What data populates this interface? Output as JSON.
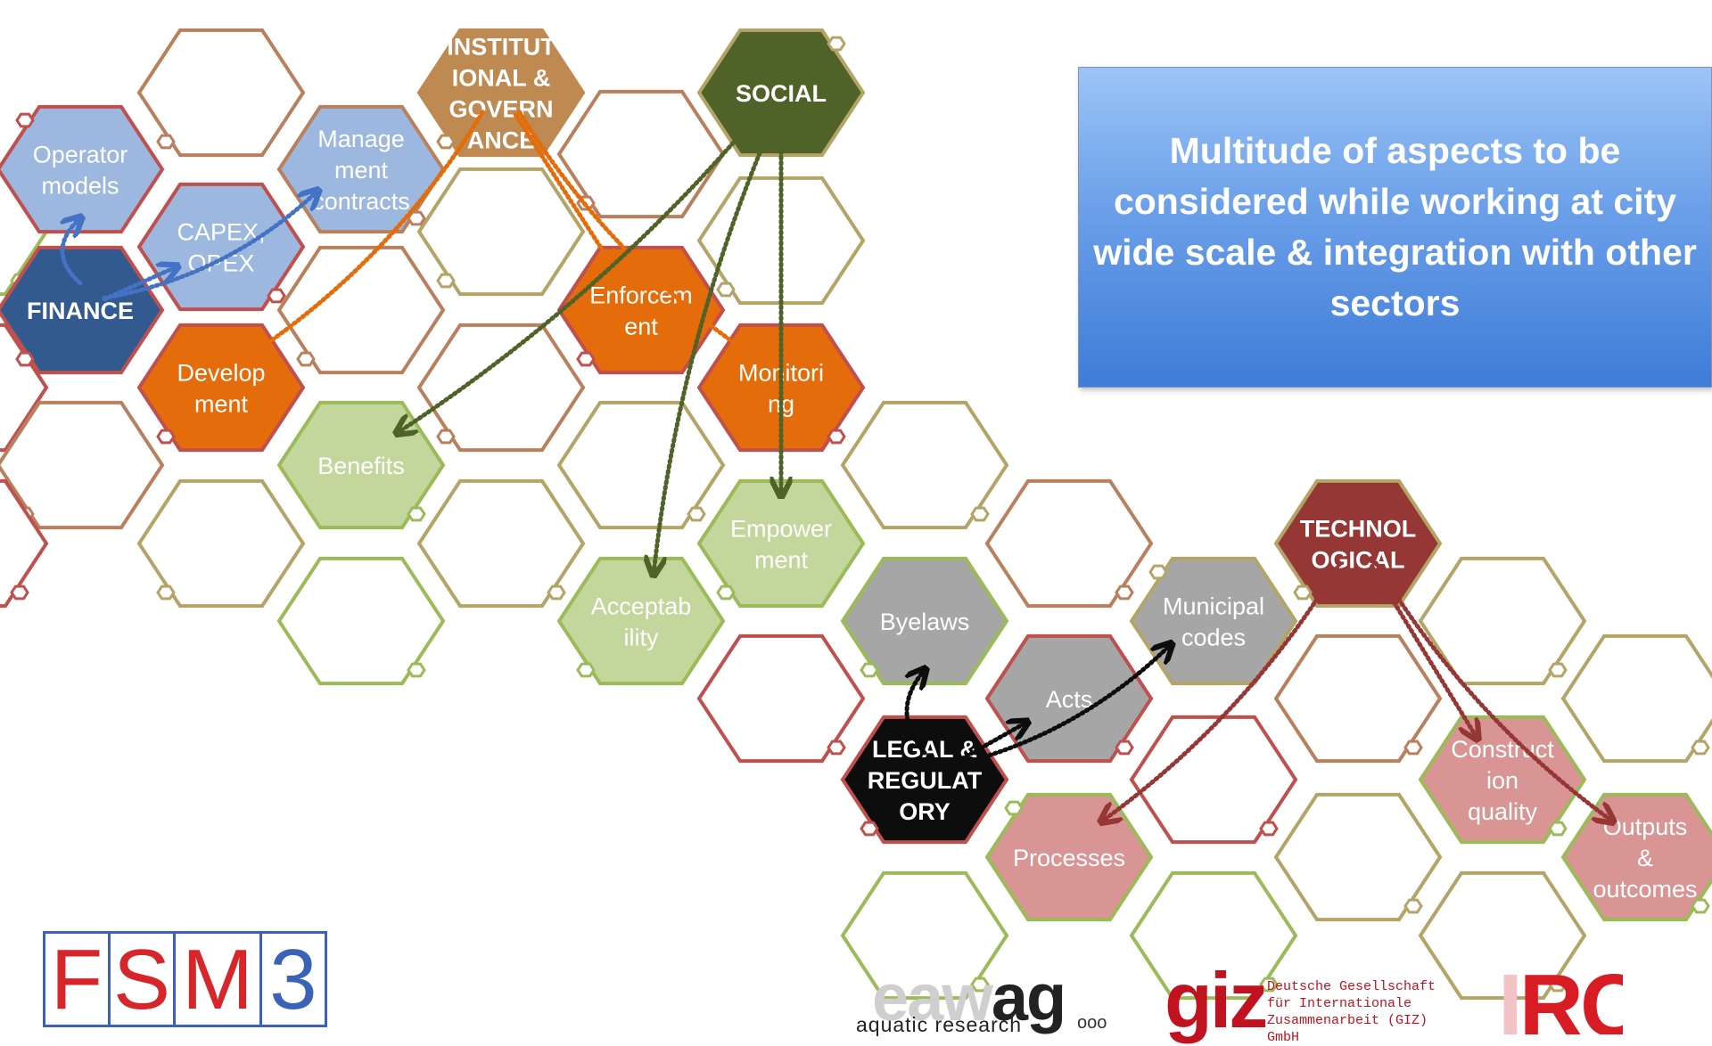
{
  "diagram": {
    "colors": {
      "finance_dark": "#335a8e",
      "finance_light": "#9cb8de",
      "institutional": "#bf8a52",
      "orange": "#e46c0a",
      "social": "#4f6228",
      "green_light": "#c3d69b",
      "grey": "#a6a6a6",
      "legal": "#0d0d0d",
      "technological": "#953735",
      "pink": "#d99594",
      "outline_brown": "#b9805d",
      "outline_red": "#c0504d",
      "outline_olive": "#b3a467",
      "outline_green": "#9bbb59"
    },
    "hexagons": [
      {
        "id": "finance",
        "lines": [
          "FINANCE"
        ],
        "fill": "finance_dark",
        "stroke": "outline_red",
        "bold": true
      },
      {
        "id": "operator-models",
        "lines": [
          "Operator",
          "models"
        ],
        "fill": "finance_light",
        "stroke": "outline_red",
        "bold": false
      },
      {
        "id": "capex-opex",
        "lines": [
          "CAPEX,",
          "OPEX"
        ],
        "fill": "finance_light",
        "stroke": "outline_red",
        "bold": false
      },
      {
        "id": "management-contracts",
        "lines": [
          "Manage",
          "ment",
          "contracts"
        ],
        "fill": "finance_light",
        "stroke": "outline_brown",
        "bold": false
      },
      {
        "id": "institutional",
        "lines": [
          "INSTITUT",
          "IONAL &",
          "GOVERN",
          "ANCE"
        ],
        "fill": "institutional",
        "stroke": "institutional",
        "bold": true
      },
      {
        "id": "social",
        "lines": [
          "SOCIAL"
        ],
        "fill": "social",
        "stroke": "outline_olive",
        "bold": true
      },
      {
        "id": "development",
        "lines": [
          "Develop",
          "ment"
        ],
        "fill": "orange",
        "stroke": "outline_red",
        "bold": false
      },
      {
        "id": "enforcement",
        "lines": [
          "Enforcem",
          "ent"
        ],
        "fill": "orange",
        "stroke": "outline_red",
        "bold": false
      },
      {
        "id": "monitoring",
        "lines": [
          "Monitori",
          "ng"
        ],
        "fill": "orange",
        "stroke": "outline_red",
        "bold": false
      },
      {
        "id": "benefits",
        "lines": [
          "Benefits"
        ],
        "fill": "green_light",
        "stroke": "outline_green",
        "bold": false
      },
      {
        "id": "empowerment",
        "lines": [
          "Empower",
          "ment"
        ],
        "fill": "green_light",
        "stroke": "outline_green",
        "bold": false
      },
      {
        "id": "acceptability",
        "lines": [
          "Acceptab",
          "ility"
        ],
        "fill": "green_light",
        "stroke": "outline_green",
        "bold": false
      },
      {
        "id": "byelaws",
        "lines": [
          "Byelaws"
        ],
        "fill": "grey",
        "stroke": "outline_green",
        "bold": false
      },
      {
        "id": "acts",
        "lines": [
          "Acts"
        ],
        "fill": "grey",
        "stroke": "outline_red",
        "bold": false
      },
      {
        "id": "municipal-codes",
        "lines": [
          "Municipal",
          "codes"
        ],
        "fill": "grey",
        "stroke": "outline_olive",
        "bold": false
      },
      {
        "id": "legal",
        "lines": [
          "LEGAL &",
          "REGULAT",
          "ORY"
        ],
        "fill": "legal",
        "stroke": "outline_red",
        "bold": true
      },
      {
        "id": "processes",
        "lines": [
          "Processes"
        ],
        "fill": "pink",
        "stroke": "outline_green",
        "bold": false
      },
      {
        "id": "technological",
        "lines": [
          "TECHNOL",
          "OGICAL"
        ],
        "fill": "technological",
        "stroke": "outline_olive",
        "bold": true
      },
      {
        "id": "construction-quality",
        "lines": [
          "Construct",
          "ion",
          "quality"
        ],
        "fill": "pink",
        "stroke": "outline_green",
        "bold": false
      },
      {
        "id": "outputs-outcomes",
        "lines": [
          "Outputs",
          "&",
          "outcomes"
        ],
        "fill": "pink",
        "stroke": "outline_green",
        "bold": false
      },
      {
        "id": "empty-1",
        "lines": [],
        "fill": "none",
        "stroke": "outline_brown",
        "bold": false
      },
      {
        "id": "empty-2",
        "lines": [],
        "fill": "none",
        "stroke": "outline_brown",
        "bold": false
      },
      {
        "id": "empty-3",
        "lines": [],
        "fill": "none",
        "stroke": "outline_olive",
        "bold": false
      },
      {
        "id": "empty-4",
        "lines": [],
        "fill": "none",
        "stroke": "outline_brown",
        "bold": false
      },
      {
        "id": "empty-5",
        "lines": [],
        "fill": "none",
        "stroke": "outline_olive",
        "bold": false
      },
      {
        "id": "empty-6",
        "lines": [],
        "fill": "none",
        "stroke": "outline_brown",
        "bold": false
      },
      {
        "id": "empty-7",
        "lines": [],
        "fill": "none",
        "stroke": "outline_red",
        "bold": false
      },
      {
        "id": "empty-8",
        "lines": [],
        "fill": "none",
        "stroke": "outline_brown",
        "bold": false
      },
      {
        "id": "empty-9",
        "lines": [],
        "fill": "none",
        "stroke": "outline_olive",
        "bold": false
      },
      {
        "id": "empty-10",
        "lines": [],
        "fill": "none",
        "stroke": "outline_olive",
        "bold": false
      },
      {
        "id": "empty-11",
        "lines": [],
        "fill": "none",
        "stroke": "outline_olive",
        "bold": false
      },
      {
        "id": "empty-12",
        "lines": [],
        "fill": "none",
        "stroke": "outline_olive",
        "bold": false
      },
      {
        "id": "empty-13",
        "lines": [],
        "fill": "none",
        "stroke": "outline_brown",
        "bold": false
      },
      {
        "id": "empty-14",
        "lines": [],
        "fill": "none",
        "stroke": "outline_green",
        "bold": false
      },
      {
        "id": "empty-15",
        "lines": [],
        "fill": "none",
        "stroke": "outline_red",
        "bold": false
      },
      {
        "id": "empty-16",
        "lines": [],
        "fill": "none",
        "stroke": "outline_brown",
        "bold": false
      },
      {
        "id": "empty-17",
        "lines": [],
        "fill": "none",
        "stroke": "outline_red",
        "bold": false
      },
      {
        "id": "empty-18",
        "lines": [],
        "fill": "none",
        "stroke": "outline_olive",
        "bold": false
      },
      {
        "id": "empty-19",
        "lines": [],
        "fill": "none",
        "stroke": "outline_olive",
        "bold": false
      },
      {
        "id": "empty-20",
        "lines": [],
        "fill": "none",
        "stroke": "outline_olive",
        "bold": false
      },
      {
        "id": "empty-21",
        "lines": [],
        "fill": "none",
        "stroke": "outline_green",
        "bold": false
      },
      {
        "id": "empty-22",
        "lines": [],
        "fill": "none",
        "stroke": "outline_green",
        "bold": false
      },
      {
        "id": "empty-23",
        "lines": [],
        "fill": "none",
        "stroke": "outline_green",
        "bold": false
      },
      {
        "id": "empty-24",
        "lines": [],
        "fill": "none",
        "stroke": "outline_olive",
        "bold": false
      },
      {
        "id": "empty-25",
        "lines": [],
        "fill": "none",
        "stroke": "outline_red",
        "bold": false
      }
    ],
    "arrows": [
      {
        "from": "finance",
        "to": "operator-models",
        "color": "#4472c4"
      },
      {
        "from": "finance",
        "to": "capex-opex",
        "color": "#4472c4"
      },
      {
        "from": "finance",
        "to": "management-contracts",
        "color": "#4472c4"
      },
      {
        "from": "institutional",
        "to": "development",
        "color": "#e46c0a"
      },
      {
        "from": "institutional",
        "to": "enforcement",
        "color": "#e46c0a"
      },
      {
        "from": "institutional",
        "to": "monitoring",
        "color": "#e46c0a"
      },
      {
        "from": "social",
        "to": "benefits",
        "color": "#4f6228"
      },
      {
        "from": "social",
        "to": "empowerment",
        "color": "#4f6228"
      },
      {
        "from": "social",
        "to": "acceptability",
        "color": "#4f6228"
      },
      {
        "from": "legal",
        "to": "byelaws",
        "color": "#0d0d0d"
      },
      {
        "from": "legal",
        "to": "acts",
        "color": "#0d0d0d"
      },
      {
        "from": "legal",
        "to": "municipal-codes",
        "color": "#0d0d0d"
      },
      {
        "from": "technological",
        "to": "processes",
        "color": "#953735"
      },
      {
        "from": "technological",
        "to": "construction-quality",
        "color": "#953735"
      },
      {
        "from": "technological",
        "to": "outputs-outcomes",
        "color": "#953735"
      }
    ]
  },
  "callout": {
    "text": "Multitude of aspects to be considered while working at city wide scale & integration with other sectors"
  },
  "logos": {
    "fsm": [
      "F",
      "S",
      "M",
      "3"
    ],
    "eawag": {
      "word_faded": "eaw",
      "word": "ag",
      "sub": "aquatic research",
      "dots": "ooo"
    },
    "giz": {
      "word": "giz",
      "lines": [
        "Deutsche Gesellschaft",
        "für Internationale",
        "Zusammenarbeit (GIZ) GmbH"
      ]
    },
    "irc": {
      "word_faded": "I",
      "word": "RC"
    }
  }
}
